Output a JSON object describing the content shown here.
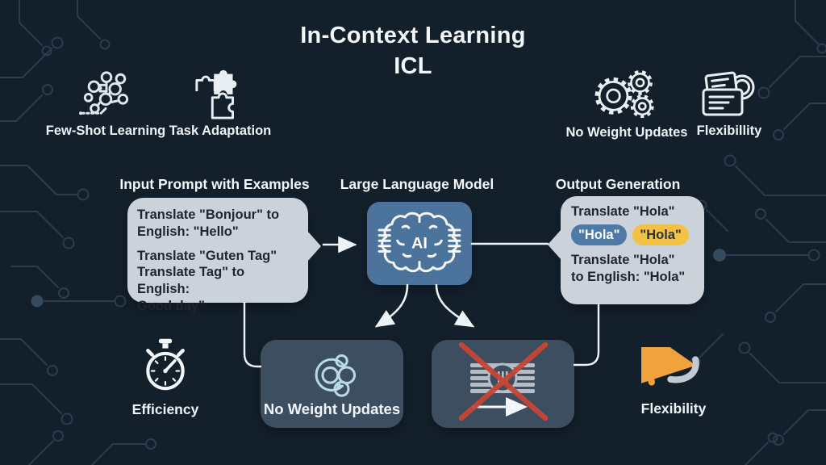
{
  "title": {
    "line1": "In-Context Learning",
    "line2": "ICL"
  },
  "top_features": [
    {
      "icon": "cluster-nodes-icon",
      "label": "Few-Shot Learning"
    },
    {
      "icon": "puzzle-pieces-icon",
      "label": "Task Adaptation"
    },
    {
      "icon": "gears-icon",
      "label": "No Weight Updates"
    },
    {
      "icon": "stacked-cards-icon",
      "label": "Flexibillity"
    }
  ],
  "flow": {
    "input": {
      "heading": "Input Prompt with Examples",
      "lines": [
        "Translate \"Bonjour\" to",
        "English: \"Hello\"",
        "Translate \"Guten Tag\"",
        "Translate Tag\" to English:",
        "Good day\""
      ]
    },
    "model": {
      "heading": "Large Language Model",
      "icon": "ai-brain-chip-icon",
      "icon_text": "AI"
    },
    "output": {
      "heading": "Output Generation",
      "line1": "Translate \"Hola\"",
      "pill_blue": "\"Hola\"",
      "pill_yellow": "\"Hola\"",
      "line2": "Translate \"Hola\"",
      "line3": "to English: \"Hola\""
    }
  },
  "bottom": {
    "efficiency": {
      "icon": "stopwatch-icon",
      "label": "Efficiency"
    },
    "no_weight_box": {
      "icon": "model-refresh-icon",
      "label": "No Weight Updates"
    },
    "frozen_weights_box": {
      "icon": "weights-crossed-icon"
    },
    "flexibility": {
      "icon": "cycle-arrows-icon",
      "label": "Flexibility"
    }
  },
  "colors": {
    "background": "#13202c",
    "circuit_trace": "#31465c",
    "panel_light": "#ccd2d9",
    "panel_blue": "#4b739c",
    "panel_slate": "#3d4e60",
    "pill_blue": "#4d7aa6",
    "pill_yellow": "#f3c244",
    "cross_red": "#c64534",
    "arrow_orange": "#f0a23c",
    "icon_light_blue": "#b9d9e8",
    "text_dark": "#1d2630",
    "text_light": "#f2f6f9"
  }
}
